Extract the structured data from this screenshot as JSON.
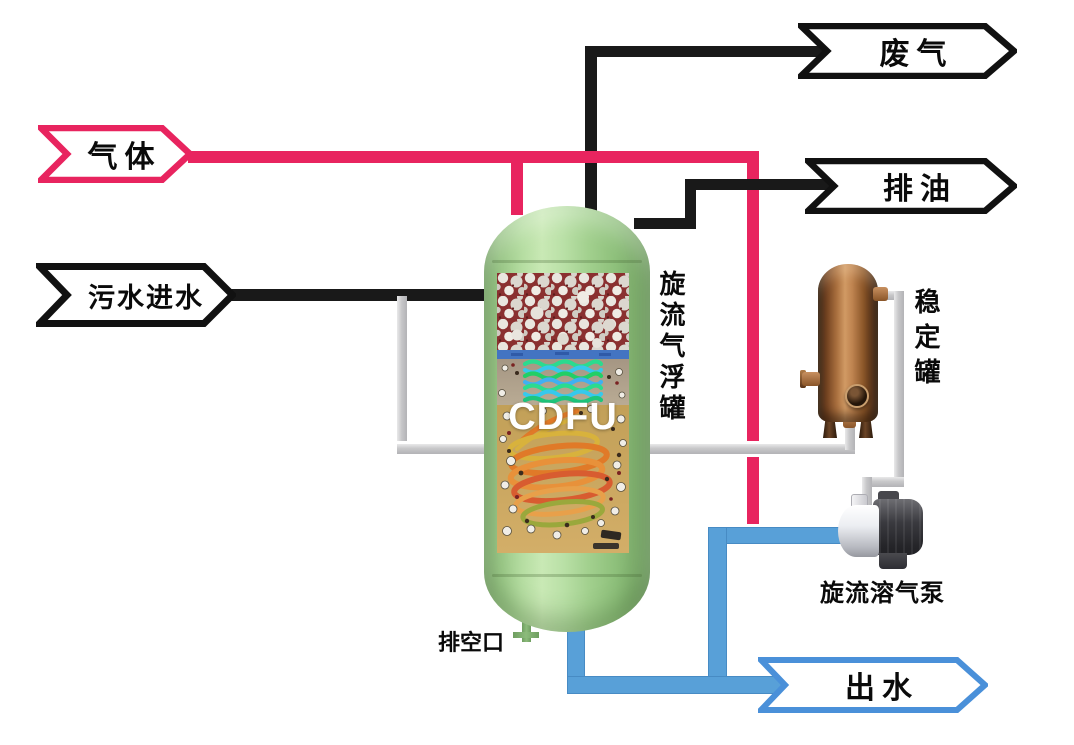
{
  "banners": {
    "gas": {
      "label": "气体"
    },
    "sewage_inlet": {
      "label": "污水进水"
    },
    "waste_gas": {
      "label": "废气"
    },
    "oil_discharge": {
      "label": "排油"
    },
    "water_outlet": {
      "label": "出水"
    }
  },
  "equipment": {
    "cdfu_vessel": {
      "name": "CDFU",
      "side_label": "旋流气浮罐"
    },
    "stabilizer_tank": {
      "label": "稳定罐"
    },
    "dissolved_gas_pump": {
      "label": "旋流溶气泵"
    },
    "drain_port": {
      "label": "排空口"
    }
  },
  "colors": {
    "gas_pipe_pink": "#e8245f",
    "water_pipe_blue": "#58a0d8",
    "process_pipe_black": "#191919",
    "utility_pipe_gray": "#c9c9ca",
    "vessel_green": "#a9d295",
    "tank_copper": "#a96f3e",
    "outlet_arrow_blue": "#4a90d9",
    "arrow_outline_black": "#111111",
    "arrow_fill_white": "#ffffff"
  }
}
